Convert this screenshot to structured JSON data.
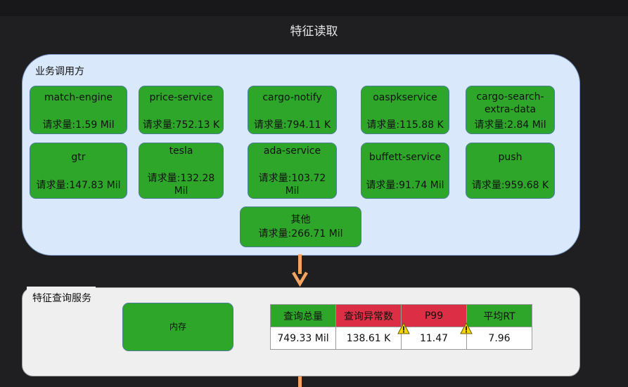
{
  "page": {
    "title": "特征读取"
  },
  "callers": {
    "label": "业务调用方",
    "nodes": [
      {
        "name": "match-engine",
        "requests": "请求量:1.59 Mil"
      },
      {
        "name": "price-service",
        "requests": "请求量:752.13 K"
      },
      {
        "name": "cargo-notify",
        "requests": "请求量:794.11 K"
      },
      {
        "name": "oaspkservice",
        "requests": "请求量:115.88 K"
      },
      {
        "name": "cargo-search-extra-data",
        "requests": "请求量:2.84 Mil"
      },
      {
        "name": "gtr",
        "requests": "请求量:147.83 Mil"
      },
      {
        "name": "tesla",
        "requests": "请求量:132.28 Mil"
      },
      {
        "name": "ada-service",
        "requests": "请求量:103.72 Mil"
      },
      {
        "name": "buffett-service",
        "requests": "请求量:91.74 Mil"
      },
      {
        "name": "push",
        "requests": "请求量:959.68 K"
      },
      {
        "name": "其他",
        "requests": "请求量:266.71 Mil"
      }
    ]
  },
  "service": {
    "label": "特征查询服务",
    "memory_label": "内存",
    "metrics": {
      "headers": [
        "查询总量",
        "查询异常数",
        "P99",
        "平均RT"
      ],
      "values": [
        "749.33 Mil",
        "138.61 K",
        "11.47",
        "7.96"
      ],
      "header_status": [
        "ok",
        "alert",
        "alert",
        "ok"
      ]
    }
  },
  "colors": {
    "node_fill": "#2ea62a",
    "alert_fill": "#dc2f45",
    "caller_area": "#dae8fc",
    "arrow": "#f4a460",
    "background": "#1f1f22"
  },
  "icons": {
    "warning": "warning-triangle-icon",
    "flow": "down-arrow"
  }
}
